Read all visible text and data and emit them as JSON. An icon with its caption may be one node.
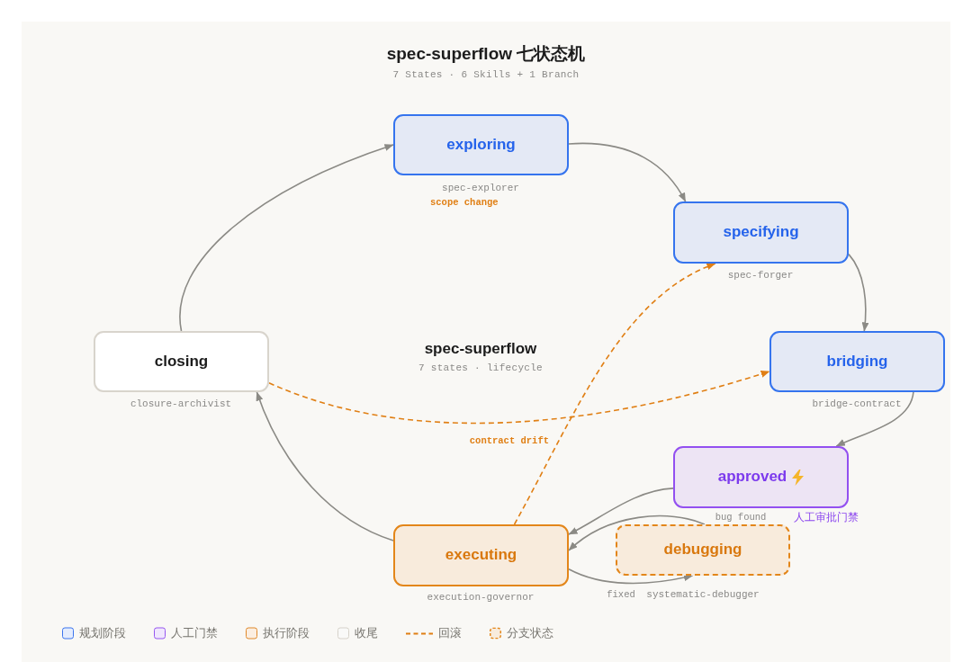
{
  "diagram": {
    "title": "spec-superflow 七状态机",
    "nodes": [
      {
        "text": [
          "exploring"
        ],
        "beside": [
          "spec-explorer"
        ]
      },
      {
        "text": [
          "specifying"
        ],
        "beside": [
          "spec-forger"
        ]
      },
      {
        "text": [
          "bridging"
        ],
        "beside": [
          "bridge-contract"
        ]
      },
      {
        "text": [
          "approved"
        ]
      },
      {
        "text": [
          "executing"
        ],
        "beside": [
          "execution-governor"
        ]
      },
      {
        "text": [
          "debugging"
        ],
        "beside": [
          "systematic-debugger"
        ]
      },
      {
        "text": [
          "closing"
        ],
        "beside": [
          "closure-archivist"
        ]
      }
    ],
    "edges": [
      {
        "from": 0,
        "to": 1,
        "arrow": "to"
      },
      {
        "from": 1,
        "to": 2,
        "arrow": "to"
      },
      {
        "from": 2,
        "to": 3,
        "arrow": "to"
      },
      {
        "from": 3,
        "to": 4,
        "arrow": "to"
      },
      {
        "from": 5,
        "to": 4,
        "arrow": "to",
        "label": "bug found"
      },
      {
        "from": 4,
        "to": 5,
        "arrow": "to",
        "label": "fixed"
      },
      {
        "from": 4,
        "to": 6,
        "arrow": "to"
      },
      {
        "from": 6,
        "to": 0,
        "arrow": "to"
      },
      {
        "from": 4,
        "to": 1,
        "arrow": "to",
        "label": "contract drift",
        "style": "dashed",
        "color": "#e07f14"
      },
      {
        "from": 6,
        "to": 2,
        "arrow": "to",
        "style": "dashed",
        "color": "#e07f14"
      }
    ],
    "labels": [
      "7 States · 6 Skills + 1 Branch",
      "scope change",
      "spec-superflow",
      "7 states · lifecycle",
      "人工审批门禁"
    ],
    "legend": [
      {
        "text": "规划阶段",
        "color": "#3b74ee"
      },
      {
        "text": "人工门禁",
        "color": "#9656f0"
      },
      {
        "text": "执行阶段",
        "color": "#e0892a"
      },
      {
        "text": "收尾",
        "color": "#d6d2ca"
      },
      {
        "text": "回滚"
      },
      {
        "text": "分支状态"
      }
    ]
  }
}
